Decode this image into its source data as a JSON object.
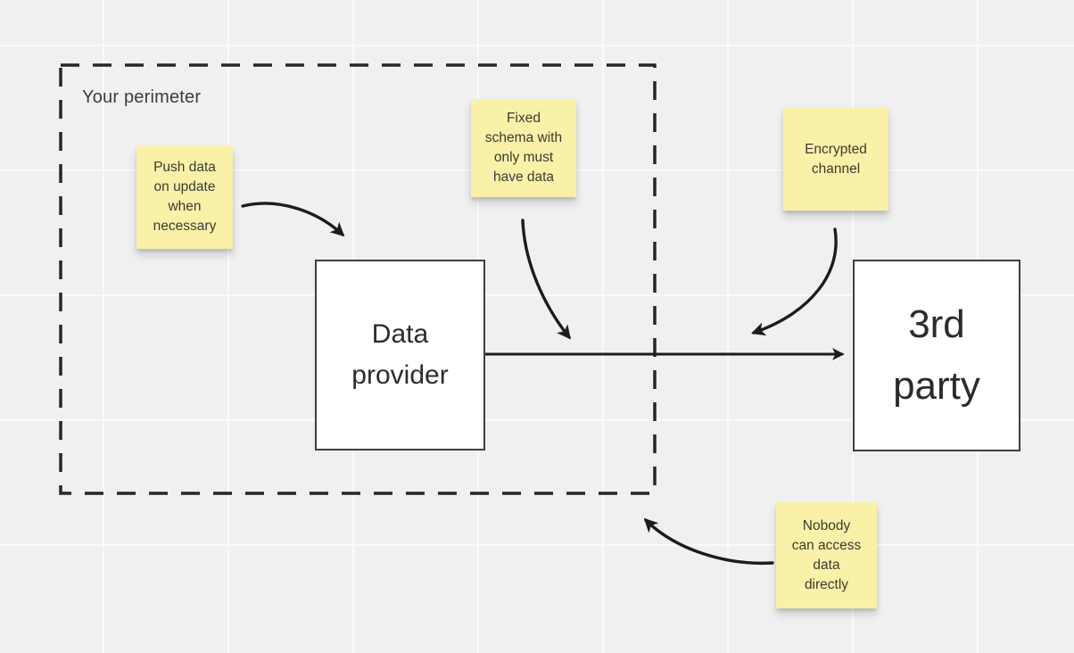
{
  "perimeter": {
    "label": "Your perimeter"
  },
  "boxes": [
    {
      "id": "data-provider",
      "label": "Data\nprovider"
    },
    {
      "id": "third-party",
      "label": "3rd\nparty"
    }
  ],
  "stickies": [
    {
      "id": "push-data",
      "text": "Push data\non update\nwhen\nnecessary"
    },
    {
      "id": "fixed-schema",
      "text": "Fixed\nschema with\nonly must\nhave data"
    },
    {
      "id": "encrypted-channel",
      "text": "Encrypted\nchannel"
    },
    {
      "id": "nobody-access",
      "text": "Nobody\ncan access\ndata\ndirectly"
    }
  ],
  "arrows": [
    {
      "id": "push-data-to-provider",
      "from": "push-data sticky",
      "to": "data-provider box"
    },
    {
      "id": "fixed-schema-to-flow",
      "from": "fixed-schema sticky",
      "to": "provider-to-third-party arrow"
    },
    {
      "id": "encrypted-to-flow",
      "from": "encrypted-channel sticky",
      "to": "provider-to-third-party arrow"
    },
    {
      "id": "provider-to-third-party",
      "from": "data-provider box",
      "to": "third-party box"
    },
    {
      "id": "nobody-to-perimeter",
      "from": "nobody-access sticky",
      "to": "perimeter boundary"
    }
  ],
  "colors": {
    "canvas_bg": "#f0f0f1",
    "grid_line": "#fafafa",
    "sticky_fill": "#faf1a8",
    "sticky_text": "#3b3b33",
    "box_fill": "#ffffff",
    "box_border": "#3f3f3f",
    "box_text": "#2b2b2b",
    "label_text": "#3c3c3c",
    "stroke": "#1c1c1c"
  }
}
